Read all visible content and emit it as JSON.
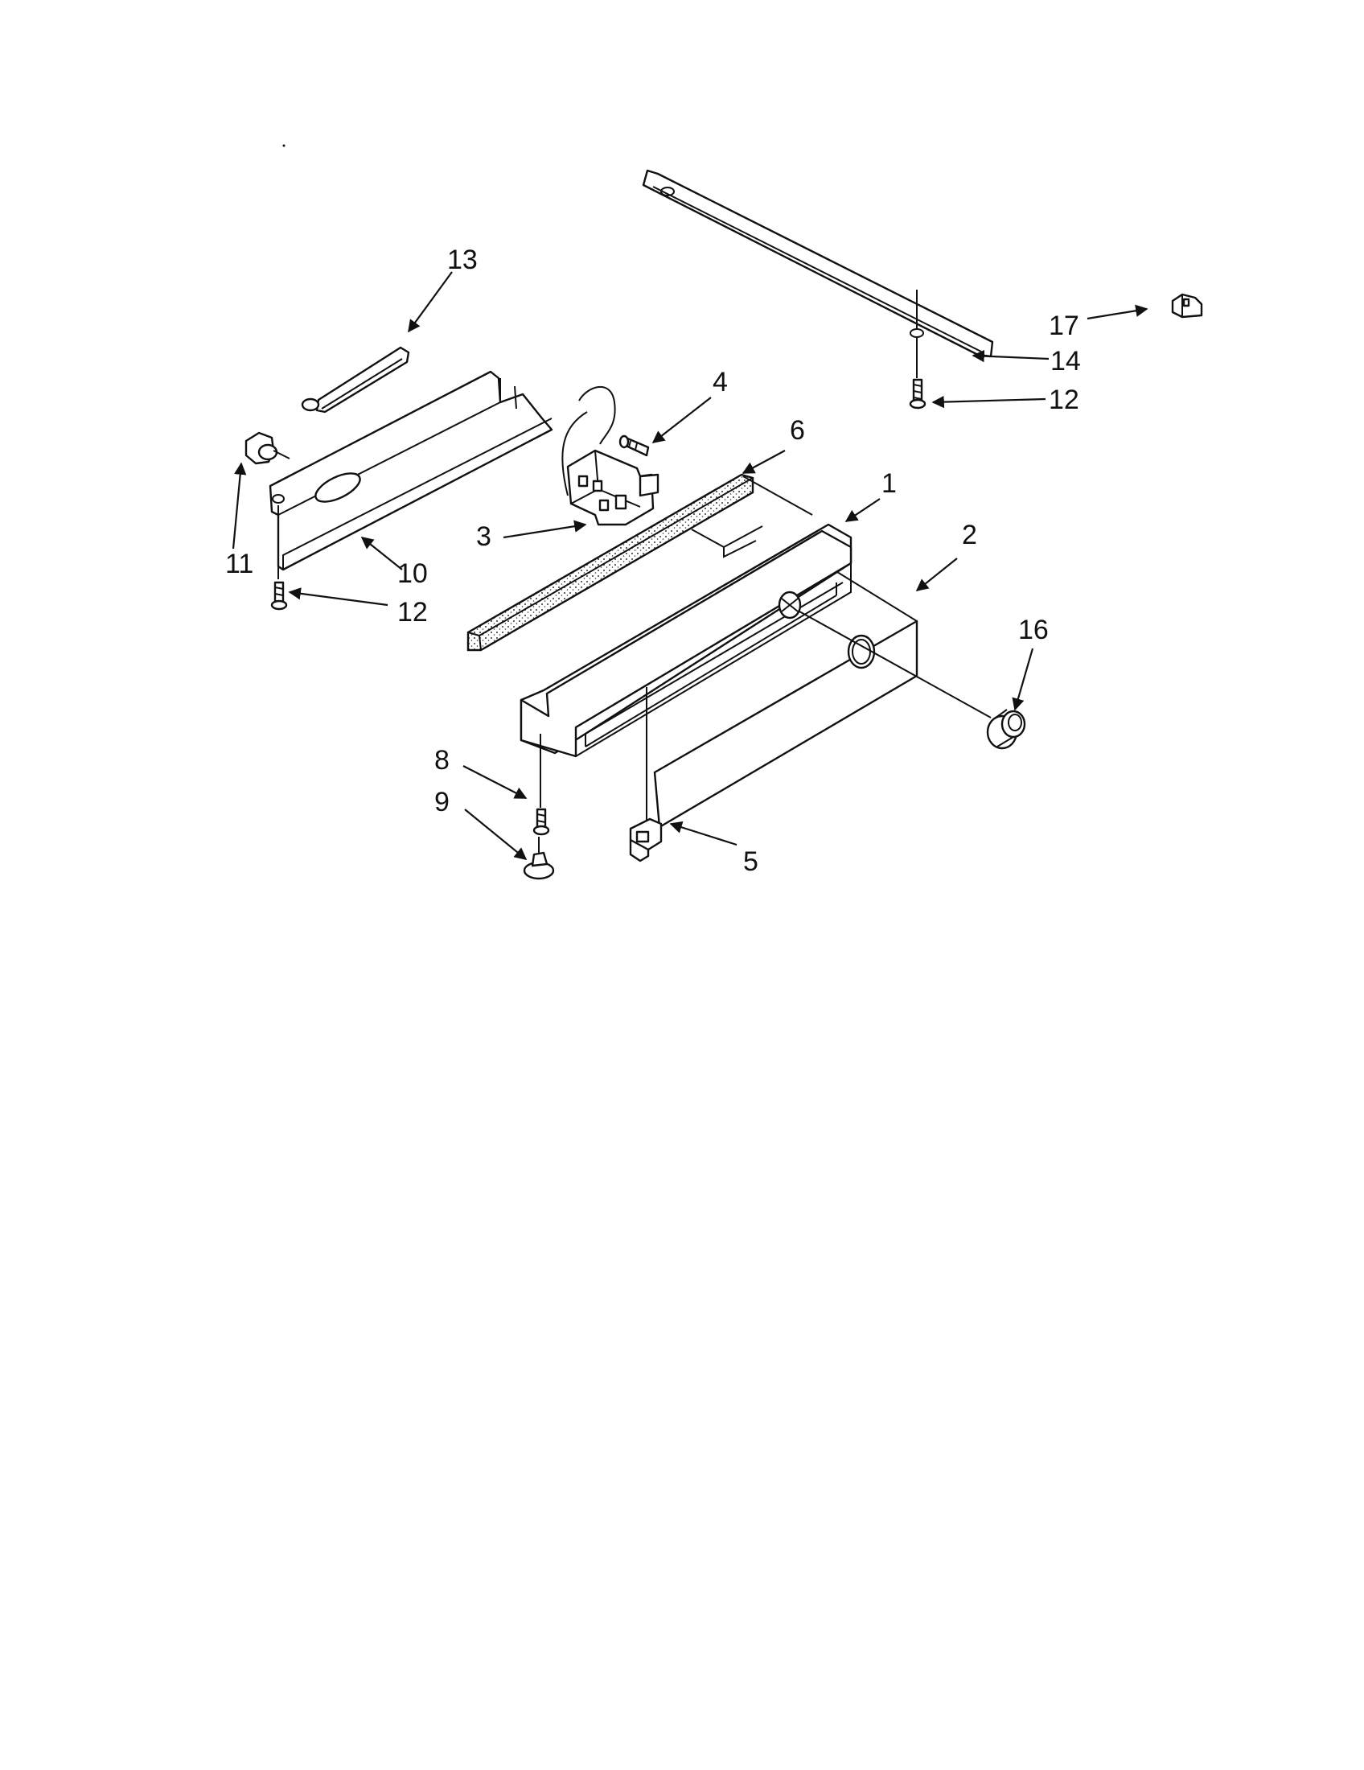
{
  "diagram": {
    "callouts": {
      "c1": "1",
      "c2": "2",
      "c3": "3",
      "c4": "4",
      "c5": "5",
      "c6": "6",
      "c8": "8",
      "c9": "9",
      "c10": "10",
      "c11": "11",
      "c12a": "12",
      "c12b": "12",
      "c13": "13",
      "c14": "14",
      "c16": "16",
      "c17": "17"
    }
  }
}
